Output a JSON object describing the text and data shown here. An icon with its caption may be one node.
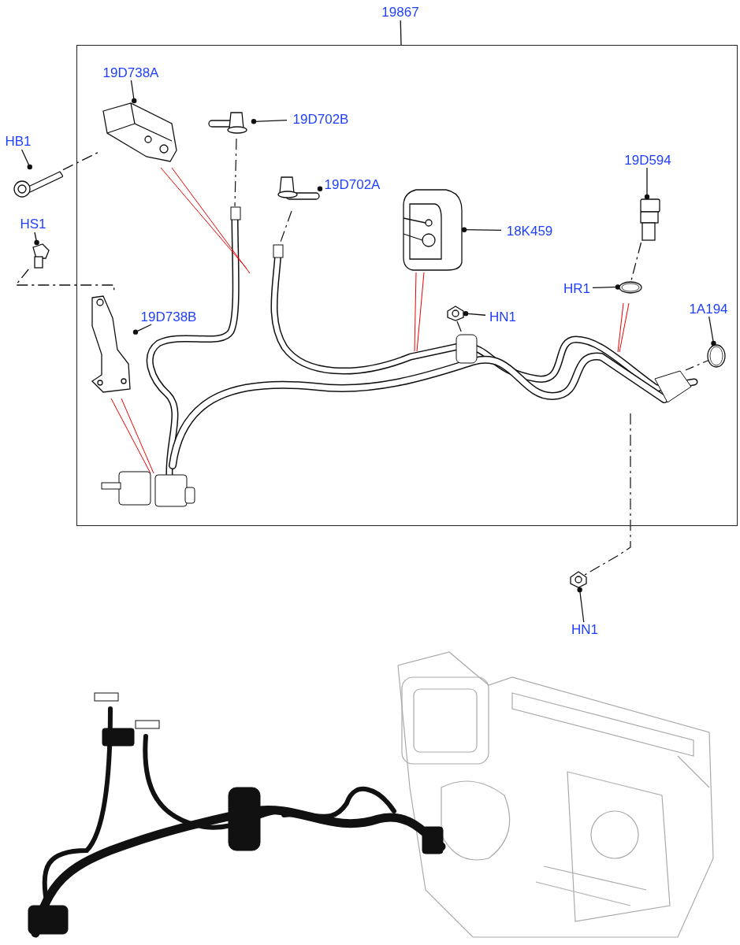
{
  "diagram": {
    "nodes": [
      {
        "text": [
          "19867"
        ]
      },
      {
        "text": [],
        "shape": "box"
      },
      {
        "text": [
          "19D738A"
        ],
        "in": 1
      },
      {
        "text": [],
        "shape": "picture",
        "in": 1
      },
      {
        "text": [
          "HB1"
        ]
      },
      {
        "text": [],
        "shape": "picture"
      },
      {
        "text": [
          "19D702B"
        ],
        "in": 1
      },
      {
        "text": [],
        "shape": "picture",
        "in": 1
      },
      {
        "text": [
          "19D702A"
        ],
        "in": 1
      },
      {
        "text": [],
        "shape": "picture",
        "in": 1
      },
      {
        "text": [
          "18K459"
        ],
        "in": 1
      },
      {
        "text": [],
        "shape": "picture",
        "in": 1
      },
      {
        "text": [
          "19D594"
        ],
        "in": 1
      },
      {
        "text": [],
        "shape": "picture",
        "in": 1
      },
      {
        "text": [
          "HS1"
        ]
      },
      {
        "text": [],
        "shape": "picture"
      },
      {
        "text": [
          "HR1"
        ],
        "in": 1
      },
      {
        "text": [],
        "shape": "circle",
        "in": 1
      },
      {
        "text": [
          "19D738B"
        ],
        "in": 1
      },
      {
        "text": [],
        "shape": "picture",
        "in": 1
      },
      {
        "text": [
          "HN1"
        ],
        "in": 1
      },
      {
        "text": [],
        "shape": "picture",
        "in": 1
      },
      {
        "text": [
          "1A194"
        ],
        "in": 1
      },
      {
        "text": [],
        "shape": "circle",
        "in": 1
      },
      {
        "text": [],
        "shape": "picture"
      },
      {
        "text": [
          "HN1"
        ]
      }
    ],
    "edges": [
      {
        "from": 0,
        "to": 1,
        "arrow": "none"
      },
      {
        "from": 2,
        "to": 3,
        "arrow": "other"
      },
      {
        "from": 4,
        "to": 5,
        "arrow": "other"
      },
      {
        "from": 6,
        "to": 7,
        "arrow": "other"
      },
      {
        "from": 8,
        "to": 9,
        "arrow": "other"
      },
      {
        "from": 10,
        "to": 11,
        "arrow": "other"
      },
      {
        "from": 12,
        "to": 13,
        "arrow": "other"
      },
      {
        "from": 14,
        "to": 15,
        "arrow": "other"
      },
      {
        "from": 16,
        "to": 17,
        "arrow": "other"
      },
      {
        "from": 18,
        "to": 19,
        "arrow": "other"
      },
      {
        "from": 20,
        "to": 21,
        "arrow": "other"
      },
      {
        "from": 22,
        "to": 23,
        "arrow": "other"
      },
      {
        "from": 25,
        "to": 24,
        "arrow": "other"
      },
      {
        "from": 5,
        "to": 3,
        "arrow": "none",
        "style": "dashed"
      },
      {
        "from": 15,
        "to": 19,
        "arrow": "none",
        "style": "dashed"
      },
      {
        "from": 13,
        "to": 17,
        "arrow": "none",
        "style": "dashed"
      }
    ]
  }
}
